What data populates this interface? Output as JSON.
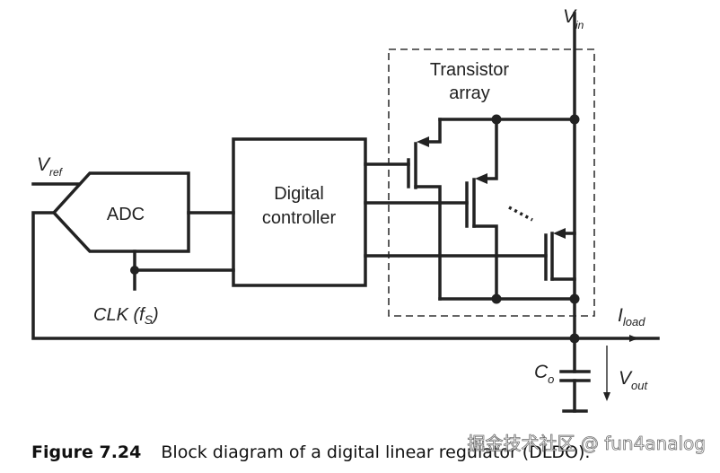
{
  "diagram": {
    "labels": {
      "vin": "V",
      "vin_sub": "in",
      "vref": "V",
      "vref_sub": "ref",
      "adc": "ADC",
      "controller_line1": "Digital",
      "controller_line2": "controller",
      "array_line1": "Transistor",
      "array_line2": "array",
      "clk": "CLK (f",
      "clk_sub": "S",
      "clk_end": ")",
      "iload": "I",
      "iload_sub": "load",
      "co": "C",
      "co_sub": "o",
      "vout": "V",
      "vout_sub": "out"
    }
  },
  "caption": {
    "number": "Figure 7.24",
    "text": "Block diagram of a digital linear regulator (DLDO)."
  },
  "watermark": "掘金技术社区 @ fun4analog"
}
